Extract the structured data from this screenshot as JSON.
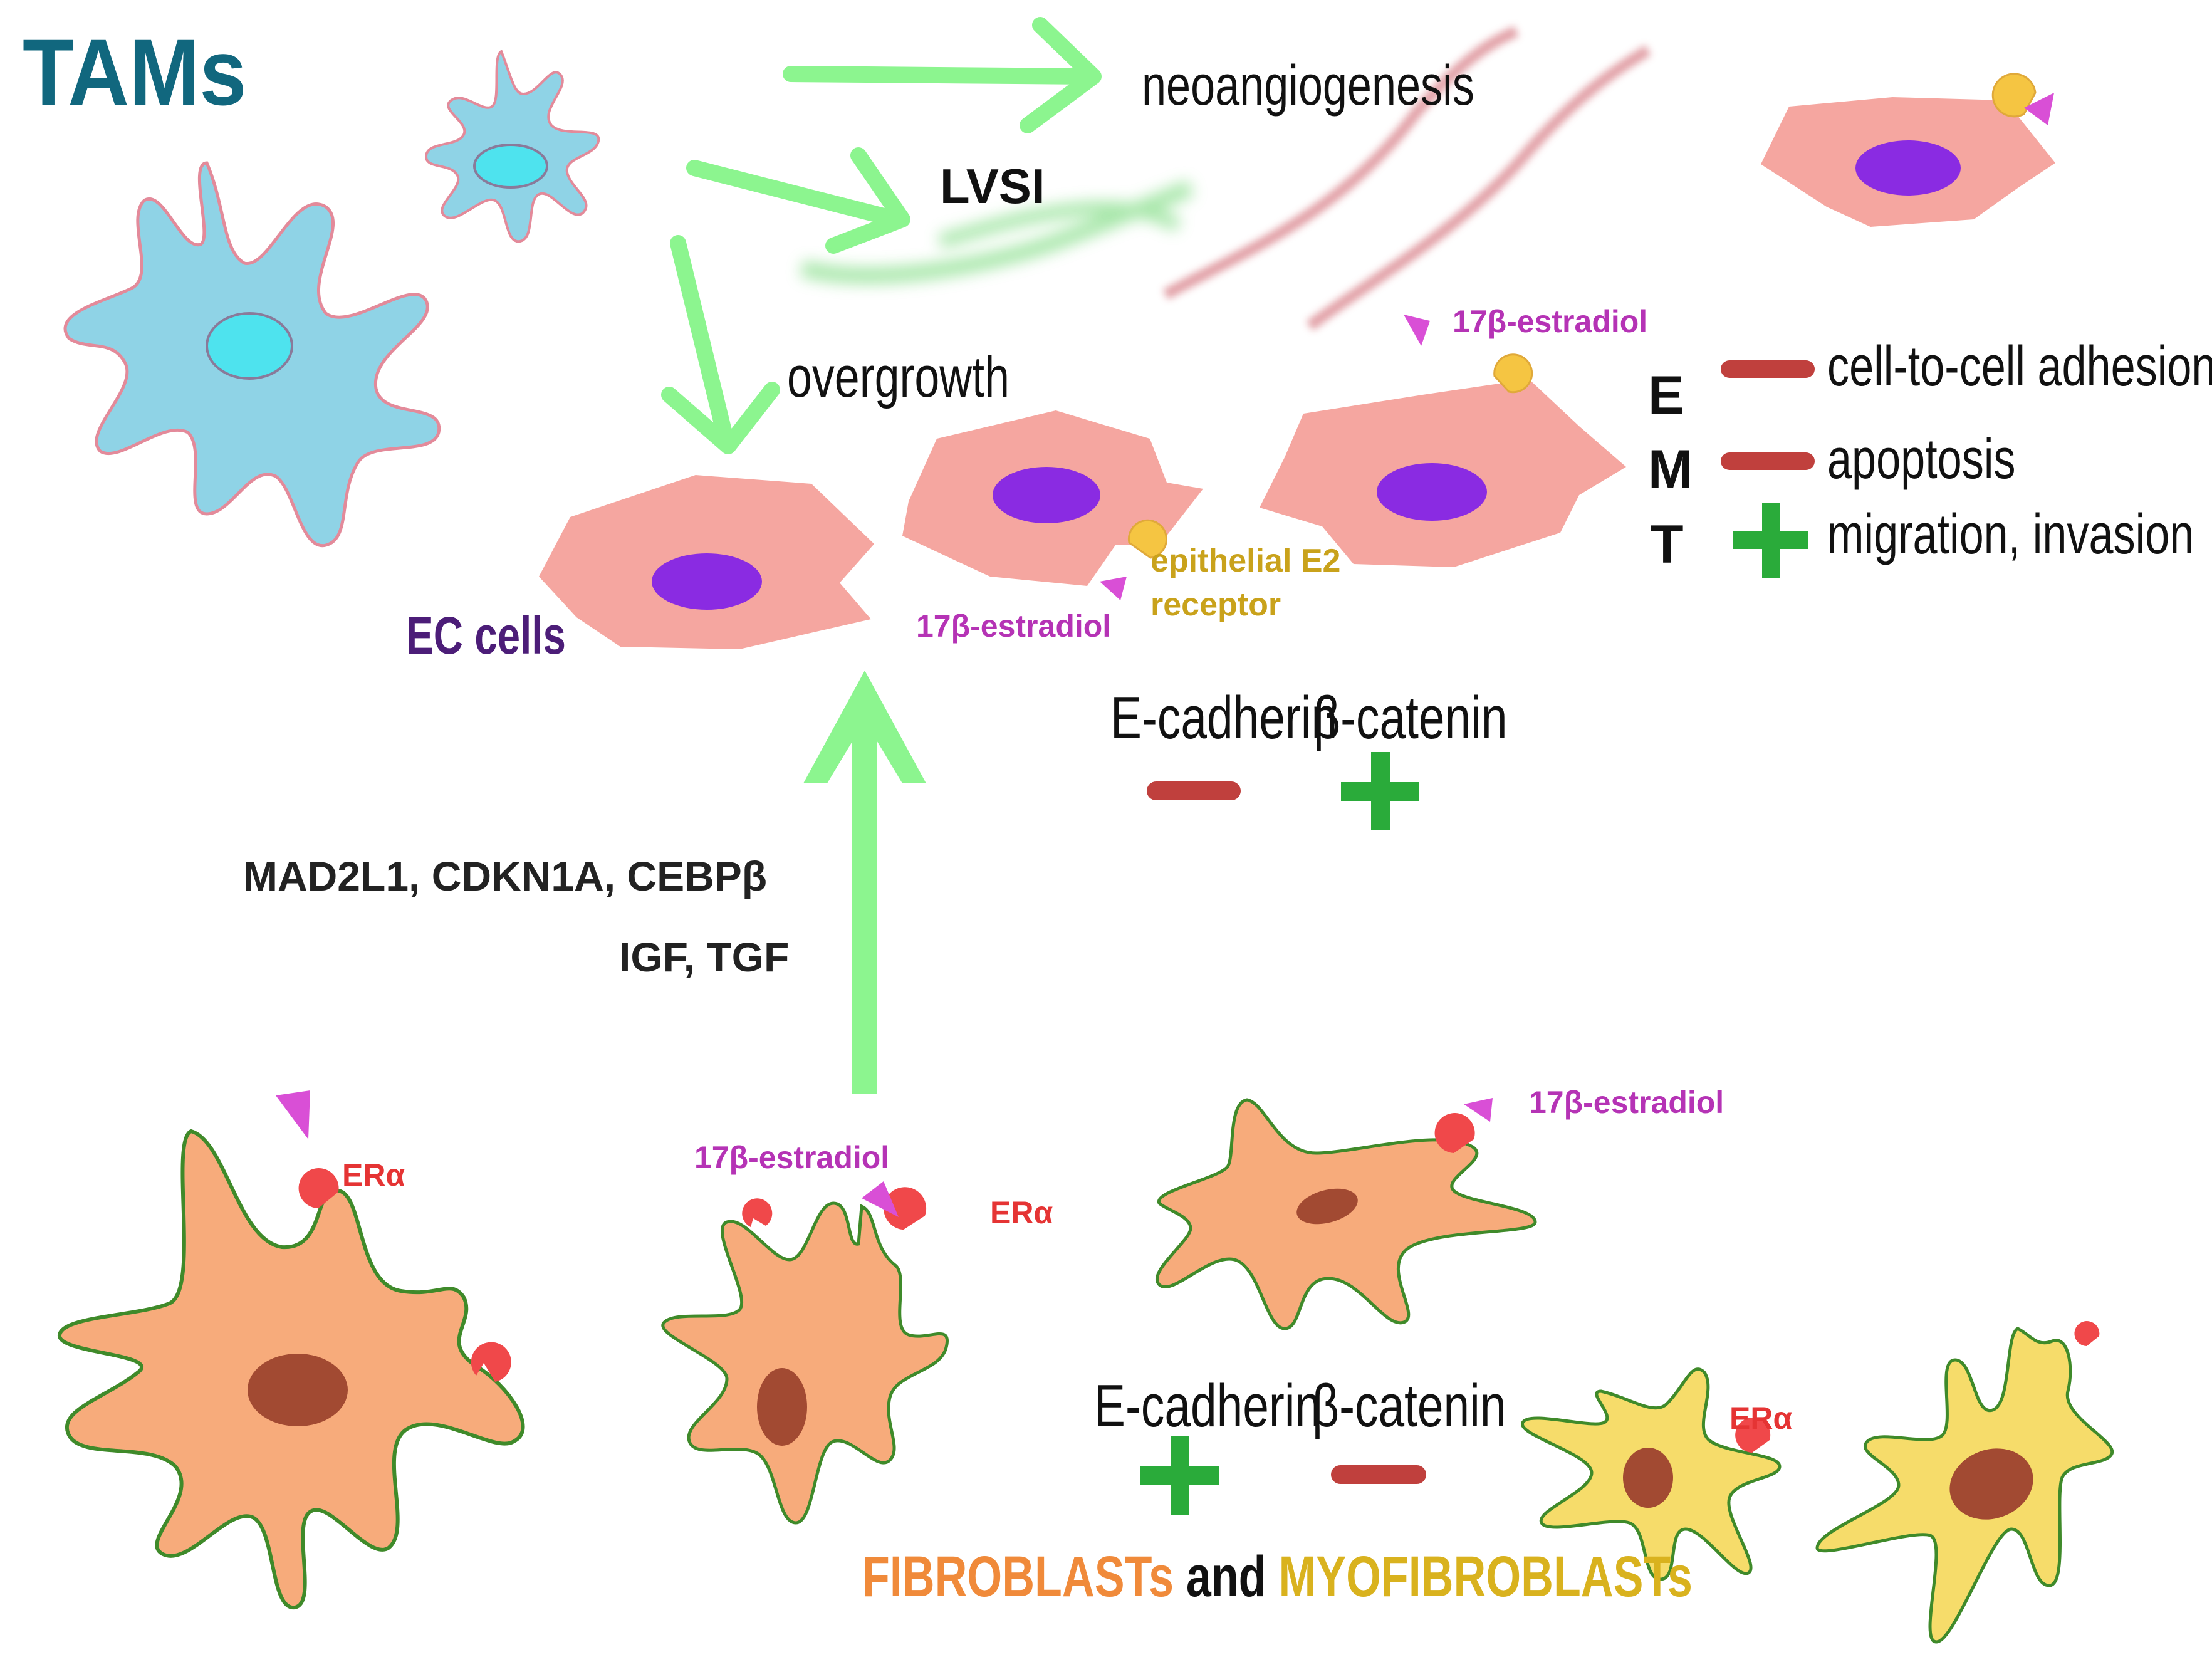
{
  "title": "TAMs",
  "arrows": {
    "neoangiogenesis": "neoangiogenesis",
    "lvsi": "LVSI",
    "overgrowth": "overgrowth"
  },
  "ec_cells_label": "EC cells",
  "estradiol_label": "17β-estradiol",
  "epithelial_receptor": {
    "line1": "epithelial E2",
    "line2": "receptor"
  },
  "emt": {
    "letters": [
      "E",
      "M",
      "T"
    ],
    "items": [
      {
        "sign": "minus",
        "label": "cell-to-cell adhesion"
      },
      {
        "sign": "minus",
        "label": "apoptosis"
      },
      {
        "sign": "plus",
        "label": "migration, invasion"
      }
    ]
  },
  "markers_ec": {
    "ecadherin": "E-cadherin",
    "betacatenin": "β-catenin",
    "ecadherin_sign": "minus",
    "betacatenin_sign": "plus"
  },
  "markers_fib": {
    "ecadherin": "E-cadherin",
    "betacatenin": "β-catenin",
    "ecadherin_sign": "plus",
    "betacatenin_sign": "minus"
  },
  "genes": "MAD2L1, CDKN1A, CEBPβ",
  "factors": "IGF, TGF",
  "era_label": "ERα",
  "fibroblasts_caption": {
    "part1": "FIBROBLASTs",
    "part2": " and ",
    "part3": "MYOFIBROBLASTs"
  },
  "colors": {
    "tam_fill": "#8fd3e6",
    "tam_nucleus": "#4ee3ee",
    "ec_fill": "#f5a6a0",
    "ec_nucleus": "#8a2be2",
    "fibroblast_fill": "#f7ab7b",
    "myofibroblast_fill": "#f6dc6a",
    "fib_nucleus": "#a24a32",
    "arrow_green": "#8cf58f",
    "minus_red": "#c0403d",
    "plus_green": "#2aab3a",
    "estradiol_magenta": "#d94fd6",
    "receptor_yellow": "#f5c542",
    "era_red": "#f0484a"
  }
}
